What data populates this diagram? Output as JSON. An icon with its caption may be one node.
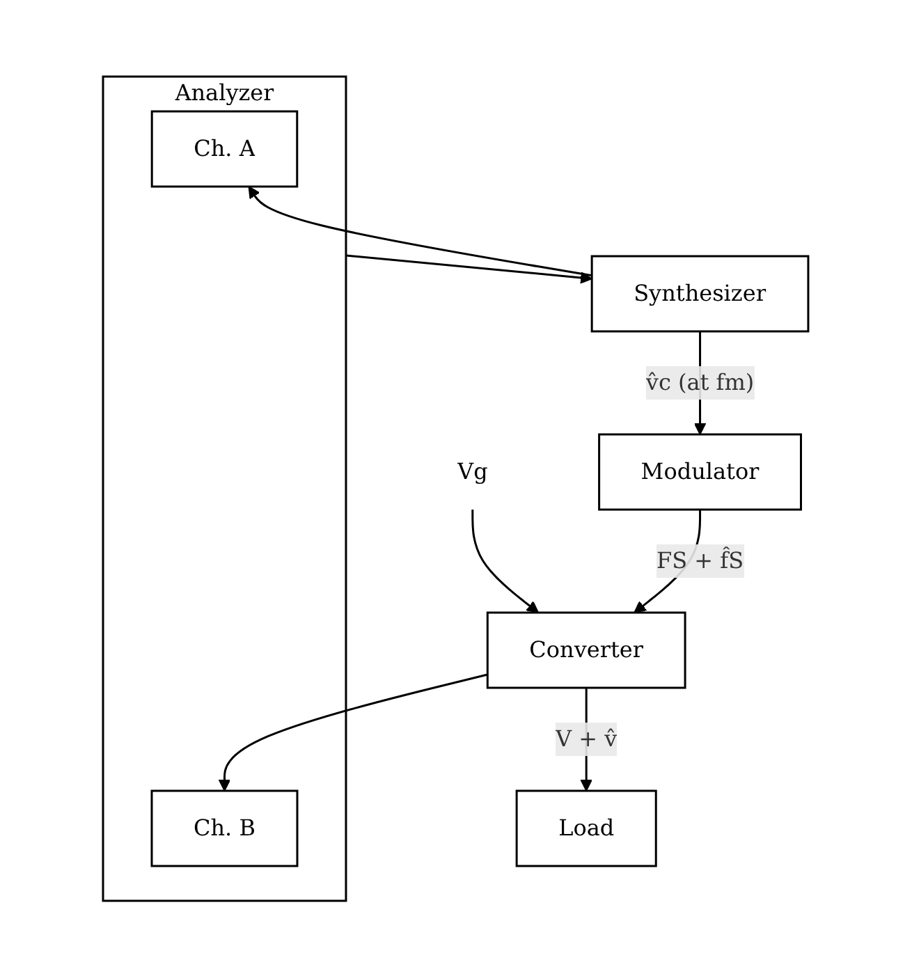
{
  "diagram": {
    "nodes": [
      {
        "text": [
          "Vg"
        ]
      },
      {
        "text": [
          "Converter"
        ]
      },
      {
        "text": [
          "Load"
        ]
      },
      {
        "text": [
          "Modulator"
        ]
      },
      {
        "text": [
          "Analyzer"
        ]
      },
      {
        "text": [
          "Ch. A"
        ],
        "in": 4
      },
      {
        "text": [
          "Ch. B"
        ],
        "in": 4
      },
      {
        "text": [
          "Synthesizer"
        ]
      }
    ],
    "edges": [
      {
        "from": 0,
        "to": 1,
        "arrow": "to"
      },
      {
        "from": 1,
        "to": 2,
        "arrow": "to",
        "label": "V + v̂"
      },
      {
        "from": 1,
        "to": 6,
        "arrow": "to"
      },
      {
        "from": 3,
        "to": 1,
        "arrow": "to",
        "label": "FS + f̂S"
      },
      {
        "from": 7,
        "to": 3,
        "arrow": "to",
        "label": "v̂c (at fm)"
      },
      {
        "from": 7,
        "to": 5,
        "arrow": "to"
      },
      {
        "from": 4,
        "to": 7,
        "arrow": "to"
      }
    ]
  }
}
